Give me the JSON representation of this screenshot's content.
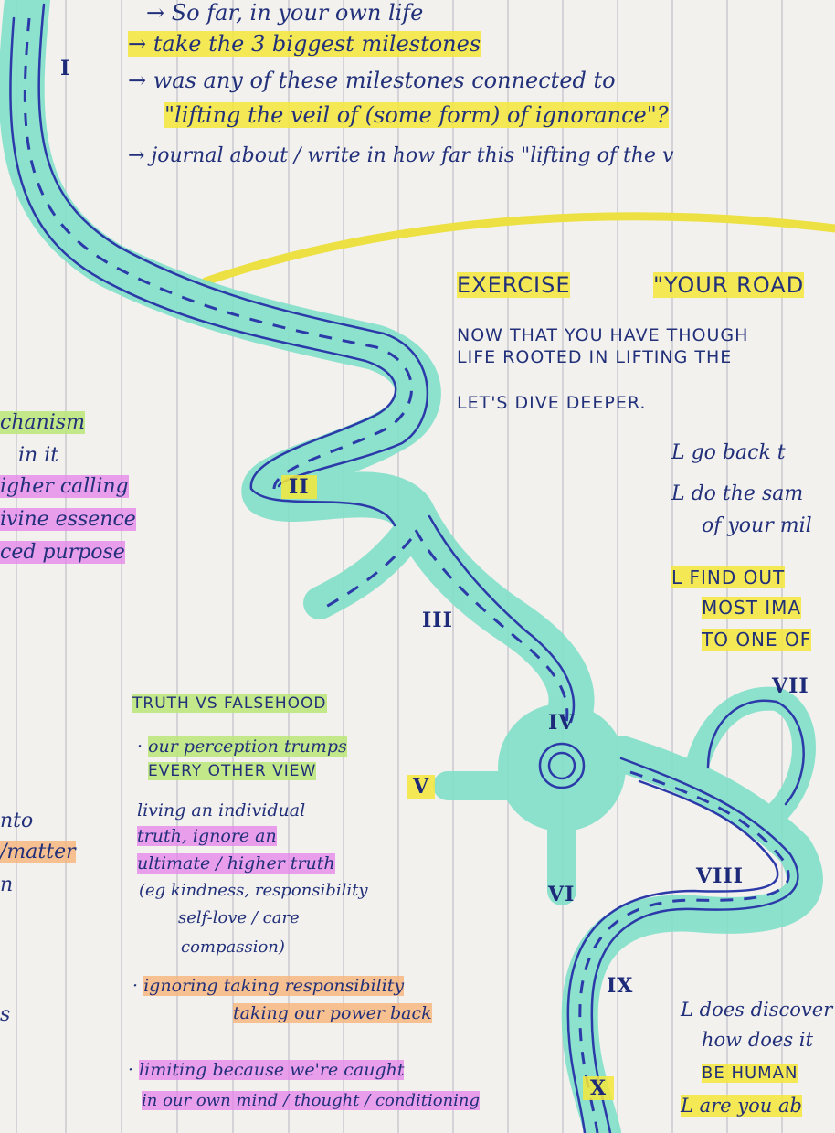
{
  "top_prompts": [
    "→ So far, in your own life",
    "→ take the 3 biggest milestones",
    "→ was any of these milestones connected to",
    "\"lifting the veil of (some form) of ignorance\"?",
    "→ journal about / write in how far this \"lifting of the v"
  ],
  "exercise": {
    "title": "EXERCISE",
    "road": "\"YOUR ROAD",
    "line1": "NOW THAT YOU HAVE THOUGH",
    "line2": "LIFE ROOTED IN LIFTING THE",
    "line3": "LET'S DIVE DEEPER.",
    "sub1": "L go back t",
    "sub2a": "L do the sam",
    "sub2b": "of your mil",
    "sub3a": "L FIND OUT",
    "sub3b": "MOST IMA",
    "sub3c": "TO ONE OF"
  },
  "left_notes": [
    "chanism",
    "in it",
    "igher calling",
    "ivine essence",
    "ced purpose",
    "nto",
    "/matter",
    "n",
    "s"
  ],
  "truth": {
    "title": "TRUTH VS FALSEHOOD",
    "b1a": "our perception trumps",
    "b1b": "EVERY OTHER VIEW",
    "b2a": "living an individual",
    "b2b": "truth, ignore an",
    "b2c": "ultimate / higher truth",
    "b2d": "(eg kindness, responsibility",
    "b2e": "self-love / care",
    "b2f": "compassion)",
    "b3a": "ignoring taking responsibility",
    "b3b": "taking our power back",
    "b4a": "limiting because we're caught",
    "b4b": "in our own mind / thought / conditioning"
  },
  "bottom_right": {
    "l1": "L does discover",
    "l2": "how does it",
    "l3": "BE HUMAN",
    "l4": "L are you ab"
  },
  "milestones": [
    "I",
    "II",
    "III",
    "IV",
    "V",
    "VI",
    "VII",
    "VIII",
    "IX",
    "X"
  ],
  "colors": {
    "paper": "#f2f1ee",
    "rule_line": "#c9c9cf",
    "ink": "#22307a",
    "road": "#7fdcc8",
    "highlight_yellow": "#f4e83a",
    "highlight_green": "#bae678",
    "highlight_pink": "#e682eb",
    "highlight_orange": "#f6b478"
  }
}
